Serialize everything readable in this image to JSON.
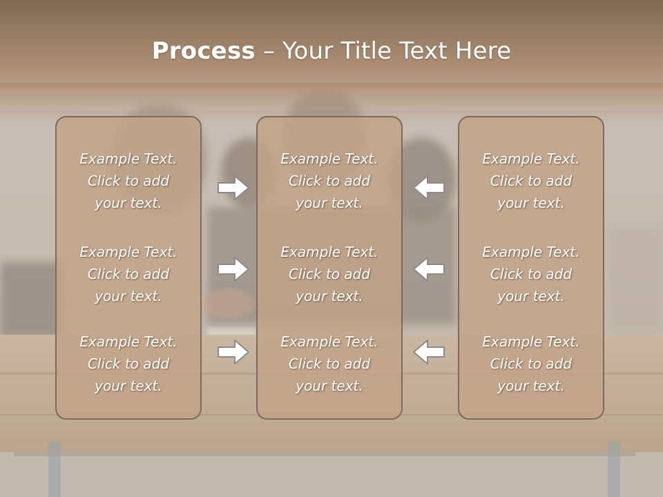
{
  "slide": {
    "title_bold": "Process",
    "title_rest": " – Your Title Text Here"
  },
  "columns": [
    {
      "blocks": [
        {
          "lines": [
            "Example Text.",
            "Click  to add",
            "your text."
          ]
        },
        {
          "lines": [
            "Example Text.",
            "Click  to add",
            "your text."
          ]
        },
        {
          "lines": [
            "Example Text.",
            "Click  to add",
            "your text."
          ]
        }
      ]
    },
    {
      "blocks": [
        {
          "lines": [
            "Example Text.",
            "Click  to add",
            "your text."
          ]
        },
        {
          "lines": [
            "Example Text.",
            "Click  to add",
            "your text."
          ]
        },
        {
          "lines": [
            "Example Text.",
            "Click  to add",
            "your text."
          ]
        }
      ]
    },
    {
      "blocks": [
        {
          "lines": [
            "Example Text.",
            "Click  to add",
            "your text."
          ]
        },
        {
          "lines": [
            "Example Text.",
            "Click  to add",
            "your text."
          ]
        },
        {
          "lines": [
            "Example Text.",
            "Click  to add",
            "your text."
          ]
        }
      ]
    }
  ],
  "arrows": {
    "left_set_icon": "arrow-right-icon",
    "right_set_icon": "arrow-left-icon"
  },
  "colors": {
    "banner_top": "#7f6a56",
    "banner_bottom": "#b09178",
    "panel_fill": "#c2a488",
    "panel_border": "#7d6a58",
    "arrow_fill": "#ffffff",
    "arrow_stroke": "#8a8a8a"
  }
}
